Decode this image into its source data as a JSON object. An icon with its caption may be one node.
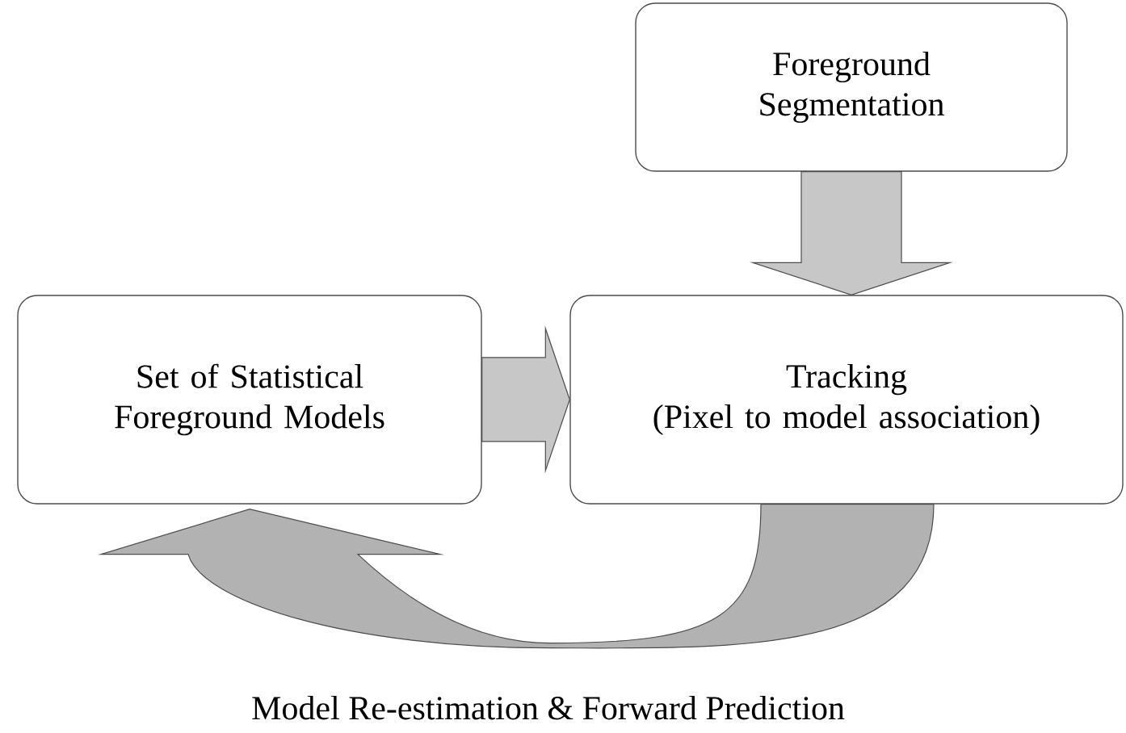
{
  "diagram": {
    "nodes": [
      {
        "text": [
          "Foreground Segmentation"
        ]
      },
      {
        "text": [
          "Set of Statistical Foreground Models"
        ]
      },
      {
        "text": [
          "Tracking",
          "(Pixel to model association)"
        ]
      }
    ],
    "edges": [
      {
        "from": 0,
        "to": 2,
        "arrow": "to"
      },
      {
        "from": 1,
        "to": 2,
        "arrow": "to"
      },
      {
        "from": 2,
        "to": 1,
        "arrow": "to",
        "label": "Model Re-estimation & Forward Prediction"
      }
    ]
  }
}
